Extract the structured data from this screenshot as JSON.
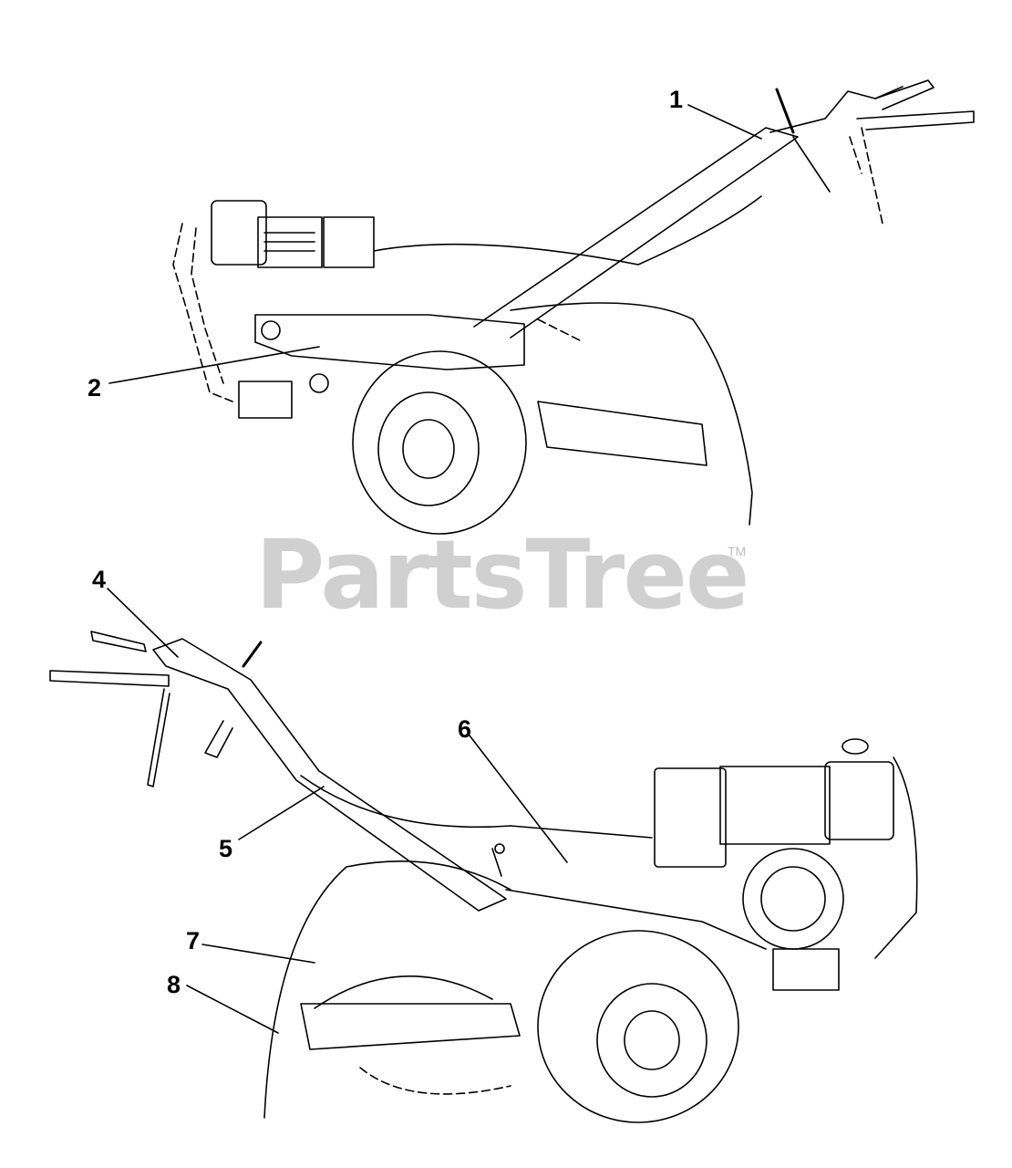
{
  "watermark": {
    "text": "PartsTree",
    "trademark": "TM"
  },
  "callouts": [
    {
      "id": "1",
      "label": "1"
    },
    {
      "id": "2",
      "label": "2"
    },
    {
      "id": "4",
      "label": "4"
    },
    {
      "id": "5",
      "label": "5"
    },
    {
      "id": "6",
      "label": "6"
    },
    {
      "id": "7",
      "label": "7"
    },
    {
      "id": "8",
      "label": "8"
    }
  ],
  "colors": {
    "line": "#000000",
    "watermark": "#d0d0d0",
    "background": "#ffffff"
  }
}
